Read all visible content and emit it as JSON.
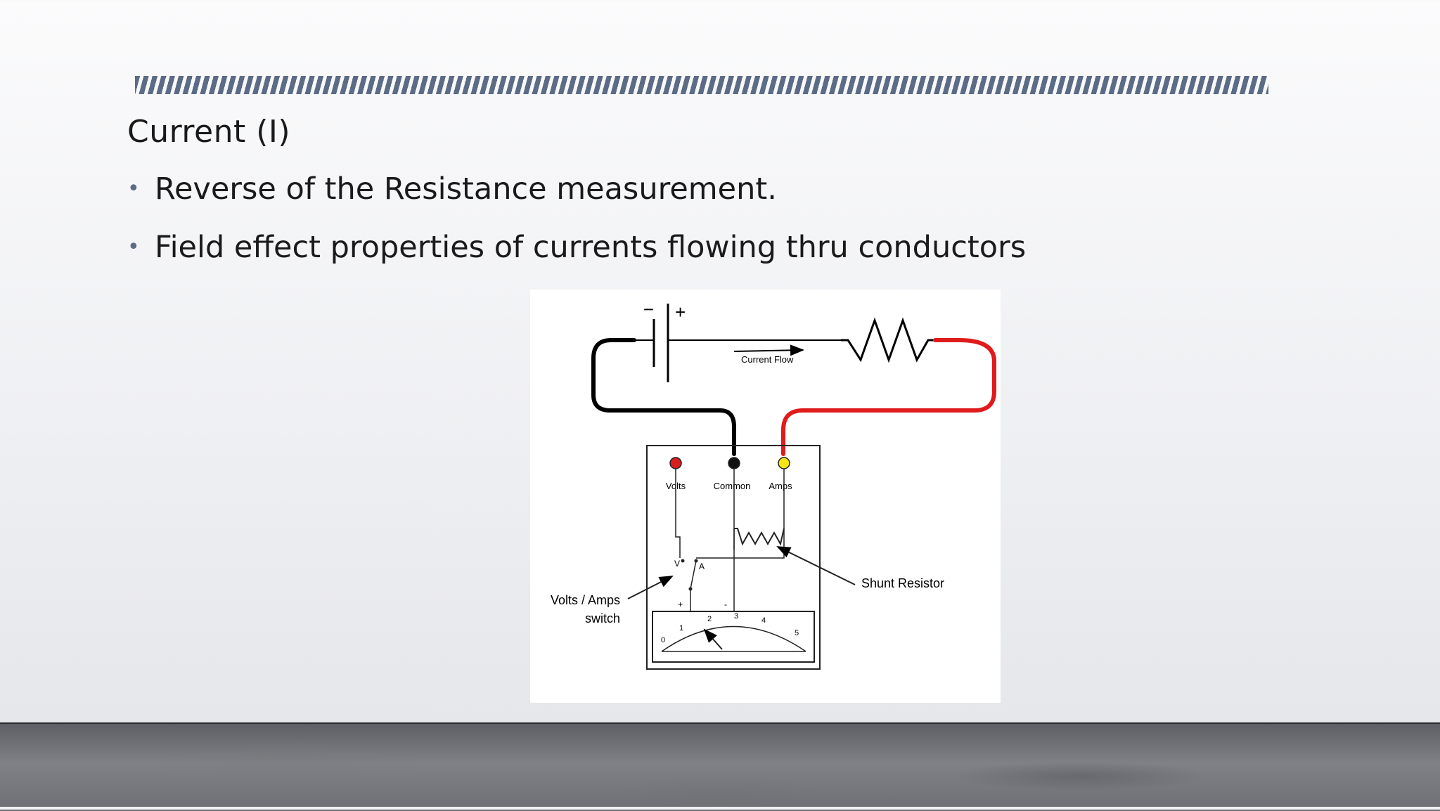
{
  "slide": {
    "title": "Current (I)",
    "bullets": [
      "Reverse of the Resistance measurement.",
      "Field effect properties of currents flowing thru conductors"
    ],
    "bullet_glyph": "•"
  },
  "diagram": {
    "battery_minus": "−",
    "battery_plus": "+",
    "current_flow_label": "Current Flow",
    "terminal_volts": "Volts",
    "terminal_common": "Common",
    "terminal_amps": "Amps",
    "switch_v": "V",
    "switch_a": "A",
    "meter_plus": "+",
    "meter_minus": "-",
    "shunt_label": "Shunt Resistor",
    "switch_label_line1": "Volts / Amps",
    "switch_label_line2": "switch",
    "scale_labels": [
      "0",
      "1",
      "2",
      "3",
      "4",
      "5"
    ]
  },
  "colors": {
    "accent": "#5c6b86",
    "wire_red": "#e01b1b",
    "terminal_yellow": "#f5e614",
    "terminal_red": "#d81e1e"
  }
}
